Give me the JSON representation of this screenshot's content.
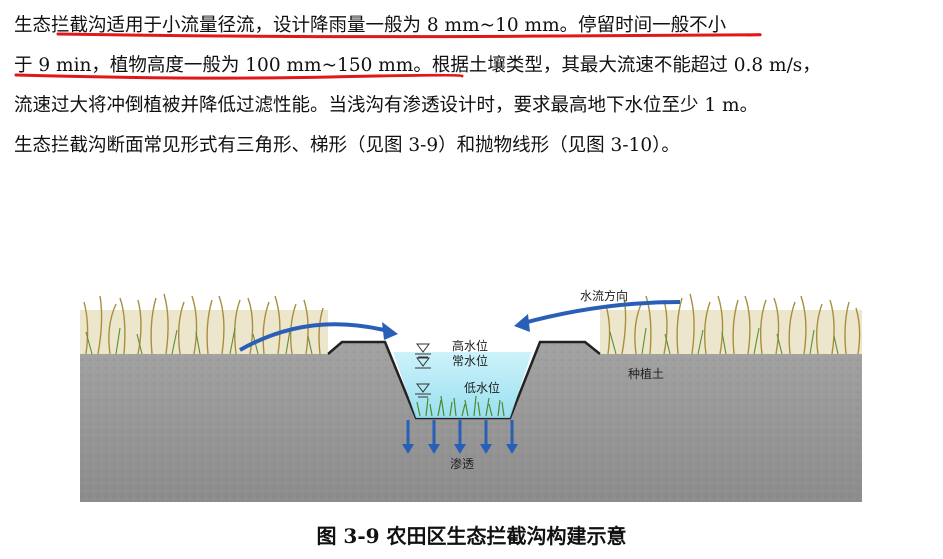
{
  "paragraph": {
    "line1_underlined": "生态拦截沟适用于小流量径流，设计降雨量一般为 8 mm~10 mm。",
    "line1_rest": "停留时间一般不小",
    "line2_underlined": "于 9 min，植物高度一般为 100 mm~150 mm。",
    "line2_rest": "根据土壤类型，其最大流速不能超过 0.8 m/s，",
    "line3": "流速过大将冲倒植被并降低过滤性能。当浅沟有渗透设计时，要求最高地下水位至少 1 m。",
    "line4": "生态拦截沟断面常见形式有三角形、梯形（见图 3-9）和抛物线形（见图 3-10）。"
  },
  "figure": {
    "labels": {
      "flow_direction": "水流方向",
      "high_water": "高水位",
      "normal_water": "常水位",
      "low_water": "低水位",
      "planting_soil": "种植土",
      "infiltration": "渗透"
    },
    "caption": "图 3-9 农田区生态拦截沟构建示意",
    "colors": {
      "underline": "#e01818",
      "soil": "#9a9a9a",
      "water": "#a8e6f3",
      "arrow": "#2a5fb8",
      "grass": "#b49a4a"
    }
  }
}
